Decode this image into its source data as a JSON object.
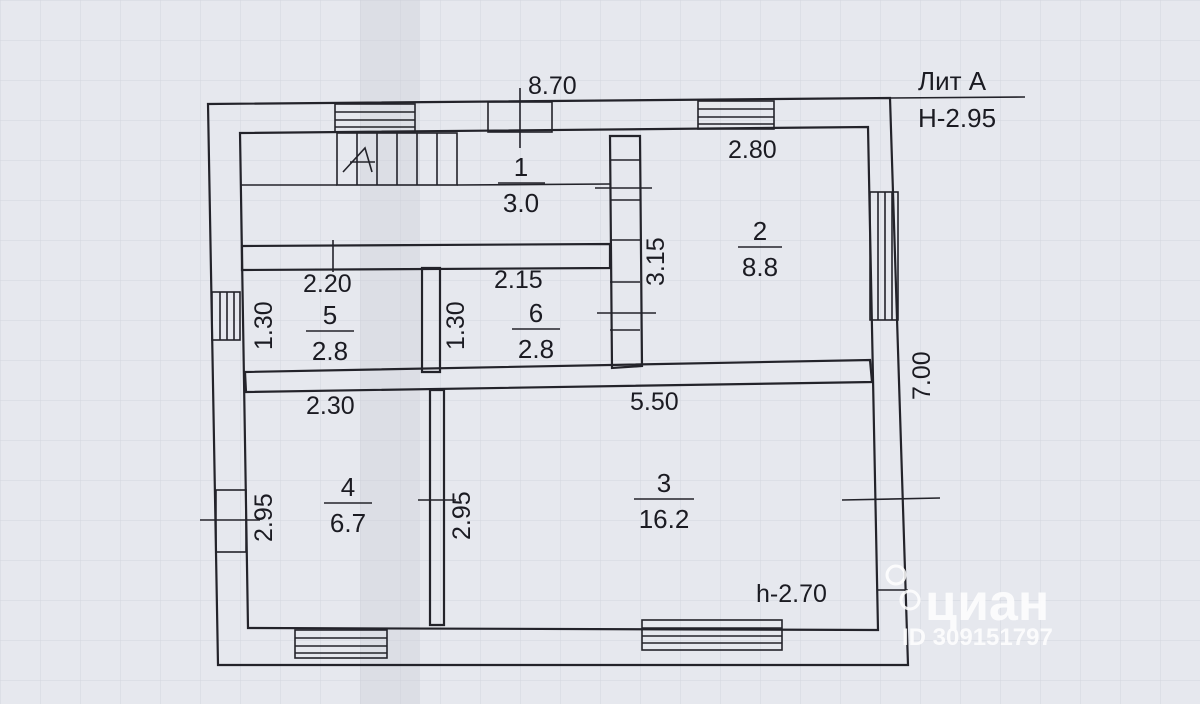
{
  "plan": {
    "lit": "Лит А",
    "height_total": "Н-2.95",
    "height_room": "h-2.70"
  },
  "dimensions": {
    "top_width": "8.70",
    "room2_width": "2.80",
    "room1_height": "3.15",
    "right_height": "7.00",
    "room5_width": "2.20",
    "room6_width": "2.15",
    "room5_height": "1.30",
    "room6_height": "1.30",
    "room4_width": "2.30",
    "room3_width": "5.50",
    "room4_height": "2.95",
    "room3_height": "2.95"
  },
  "rooms": [
    {
      "number": "1",
      "area": "3.0"
    },
    {
      "number": "2",
      "area": "8.8"
    },
    {
      "number": "3",
      "area": "16.2"
    },
    {
      "number": "4",
      "area": "6.7"
    },
    {
      "number": "5",
      "area": "2.8"
    },
    {
      "number": "6",
      "area": "2.8"
    }
  ],
  "watermark": {
    "brand": "циан",
    "id_text": "ID 309151797"
  },
  "colors": {
    "paper": "#e6e8ee",
    "ink": "#23232a",
    "watermark": "#ffffff"
  }
}
